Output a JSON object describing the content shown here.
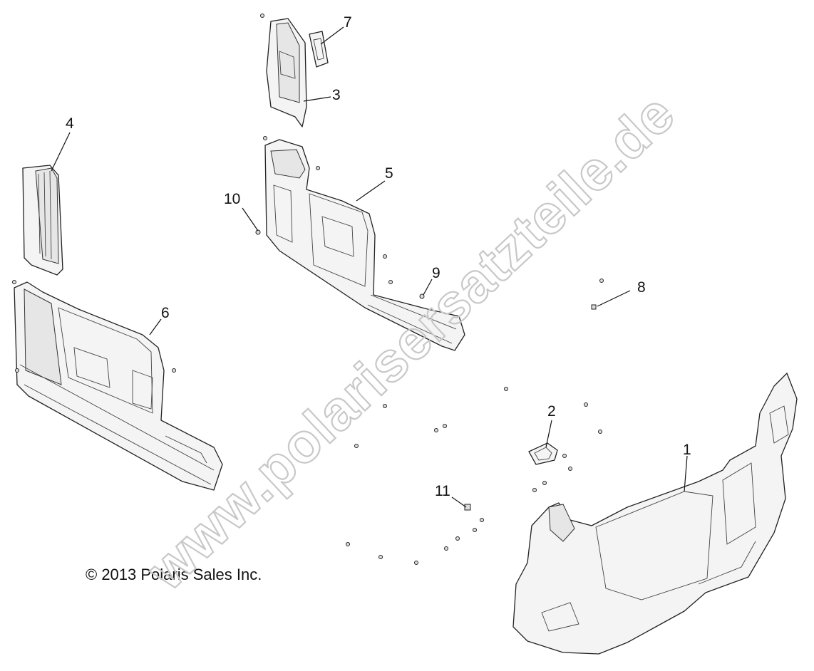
{
  "callouts": [
    {
      "id": "1",
      "label": "1"
    },
    {
      "id": "2",
      "label": "2"
    },
    {
      "id": "3",
      "label": "3"
    },
    {
      "id": "4",
      "label": "4"
    },
    {
      "id": "5",
      "label": "5"
    },
    {
      "id": "6",
      "label": "6"
    },
    {
      "id": "7",
      "label": "7"
    },
    {
      "id": "8",
      "label": "8"
    },
    {
      "id": "9",
      "label": "9"
    },
    {
      "id": "10",
      "label": "10"
    },
    {
      "id": "11",
      "label": "11"
    }
  ],
  "copyright": "© 2013 Polaris Sales Inc.",
  "watermark": "www.polarisersatzteile.de"
}
